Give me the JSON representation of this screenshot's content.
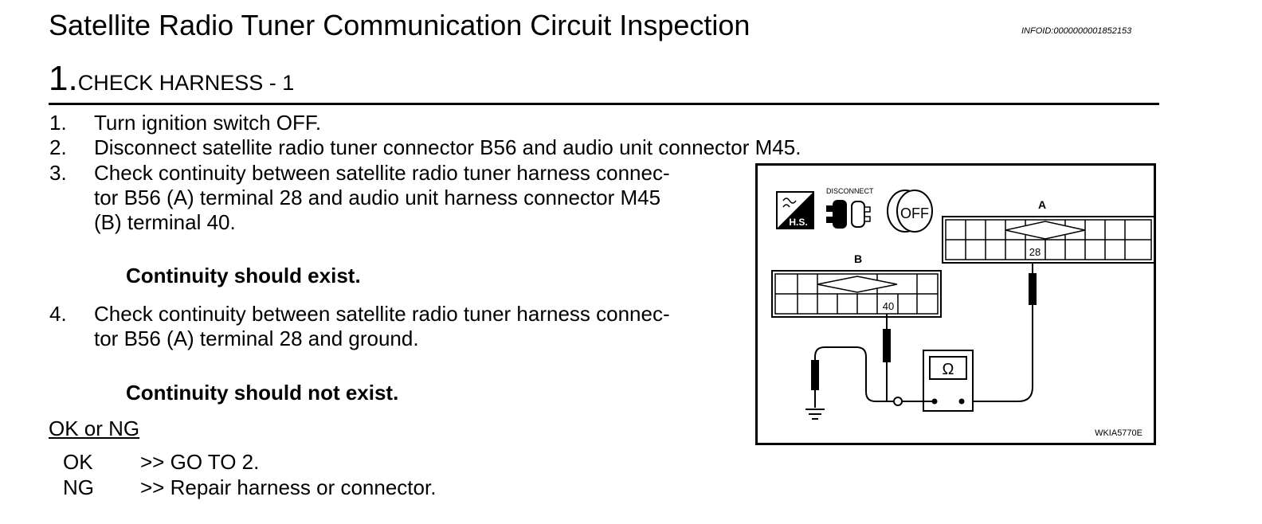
{
  "header": {
    "title": "Satellite Radio Tuner Communication Circuit Inspection",
    "info_id": "INFOID:0000000001852153"
  },
  "step": {
    "number": "1.",
    "title": "CHECK HARNESS - 1"
  },
  "instructions": [
    {
      "num": "1.",
      "lines": [
        "Turn ignition switch OFF."
      ]
    },
    {
      "num": "2.",
      "lines": [
        "Disconnect satellite radio tuner connector B56 and audio unit connector M45."
      ]
    },
    {
      "num": "3.",
      "lines": [
        "Check continuity between satellite radio tuner harness connec-",
        "tor B56 (A) terminal 28 and audio unit harness connector M45",
        "(B) terminal 40."
      ]
    },
    {
      "num": "4.",
      "lines": [
        "Check continuity between satellite radio tuner harness connec-",
        "tor B56 (A) terminal 28 and ground."
      ]
    }
  ],
  "notes": {
    "continuity_exist": "Continuity should exist.",
    "continuity_not_exist": "Continuity should not exist."
  },
  "results": {
    "label": "OK or NG",
    "ok_code": "OK",
    "ok_action": ">> GO TO 2.",
    "ng_code": "NG",
    "ng_action": ">> Repair harness or connector."
  },
  "figure": {
    "icon_names": [
      "harness-side-icon",
      "disconnect-icon",
      "ignition-off-icon"
    ],
    "hs_label": "H.S.",
    "disconnect_label": "DISCONNECT",
    "off_label": "OFF",
    "connector_a_label": "A",
    "connector_b_label": "B",
    "terminal_a": "28",
    "terminal_b": "40",
    "meter_symbol": "Ω",
    "figure_id": "WKIA5770E"
  }
}
